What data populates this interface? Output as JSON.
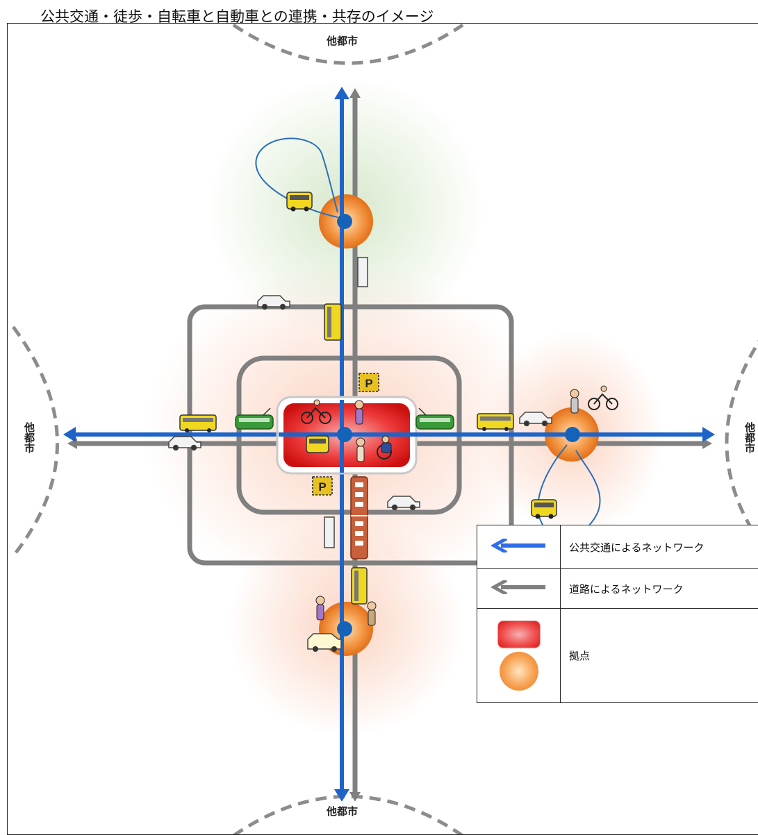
{
  "title": "公共交通・徒歩・自転車と自動車との連携・共存のイメージ",
  "cities": {
    "top": "他都市",
    "bottom": "他都市",
    "left": "他都市",
    "right": "他都市"
  },
  "parking_sign": "P",
  "legend": {
    "rows": [
      {
        "label": "公共交通によるネットワーク",
        "symbol": "blue-arrow-icon",
        "color": "#2f6ee8"
      },
      {
        "label": "道路によるネットワーク",
        "symbol": "gray-arrow-icon",
        "color": "#7f7f7f"
      },
      {
        "label": "拠点",
        "symbol": "hub-icons",
        "color": "#f04040"
      }
    ]
  },
  "colors": {
    "public_transport": "#1e63c8",
    "road": "#808080",
    "hub_main": "#e02020",
    "hub_sub": "#f08a30",
    "bus": "#f0d820",
    "tram": "#3a9a3a"
  }
}
